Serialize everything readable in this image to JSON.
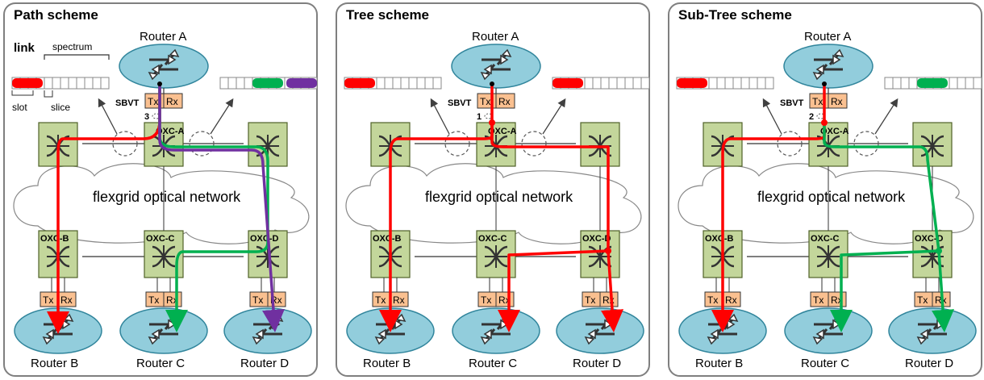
{
  "colors": {
    "red": "#ff0000",
    "green": "#00b050",
    "purple": "#7030a0",
    "router": "#92cddc",
    "oxc": "#c3d69b",
    "txrx": "#fac090"
  },
  "labels": {
    "network": "flexgrid optical network",
    "sbvt": "SBVT",
    "tx": "Tx",
    "rx": "Rx",
    "link": "link",
    "spectrum": "spectrum",
    "slot": "slot",
    "slice": "slice"
  },
  "panels": [
    {
      "title": "Path scheme",
      "router_a": "Router A",
      "routers": [
        "Router B",
        "Router C",
        "Router D"
      ],
      "oxc_top": "OXC-A",
      "oxcs": [
        "OXC-B",
        "OXC-C",
        "OXC-D"
      ],
      "transceiver_count": "3",
      "spectrum_left": [
        "red"
      ],
      "spectrum_right": [
        "green",
        "purple"
      ]
    },
    {
      "title": "Tree scheme",
      "router_a": "Router A",
      "routers": [
        "Router B",
        "Router C",
        "Router D"
      ],
      "oxc_top": "OXC-A",
      "oxcs": [
        "OXC-B",
        "OXC-C",
        "OXC-D"
      ],
      "transceiver_count": "1",
      "spectrum_left": [
        "red"
      ],
      "spectrum_right": [
        "red"
      ]
    },
    {
      "title": "Sub-Tree scheme",
      "router_a": "Router A",
      "routers": [
        "Router B",
        "Router C",
        "Router D"
      ],
      "oxc_top": "OXC-A",
      "oxcs": [
        "OXC-B",
        "OXC-C",
        "OXC-D"
      ],
      "transceiver_count": "2",
      "spectrum_left": [
        "red"
      ],
      "spectrum_right": [
        "green"
      ]
    }
  ]
}
